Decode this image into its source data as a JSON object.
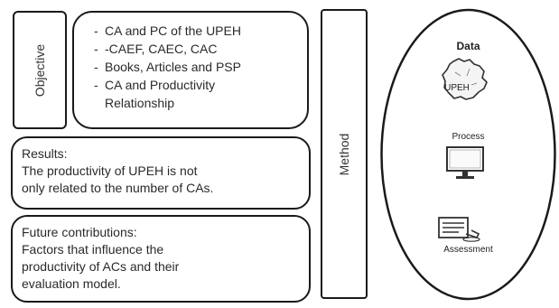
{
  "objective": {
    "label": "Objective",
    "items": [
      "CA and PC of the UPEH",
      "-CAEF, CAEC, CAC",
      "Books, Articles and PSP",
      "CA and Productivity",
      "Relationship"
    ]
  },
  "results": {
    "lines": [
      "Results:",
      "The productivity of UPEH is not",
      "only related to the number of CAs."
    ]
  },
  "future": {
    "lines": [
      "Future contributions:",
      "Factors that influence the",
      "productivity of ACs and their",
      "evaluation model."
    ]
  },
  "method": {
    "label": "Method",
    "data_label": "Data",
    "map_label": "UPEH",
    "process_label": "Process",
    "assessment_label": "Assessment",
    "icons": [
      "map-icon",
      "monitor-icon",
      "document-icon"
    ]
  }
}
